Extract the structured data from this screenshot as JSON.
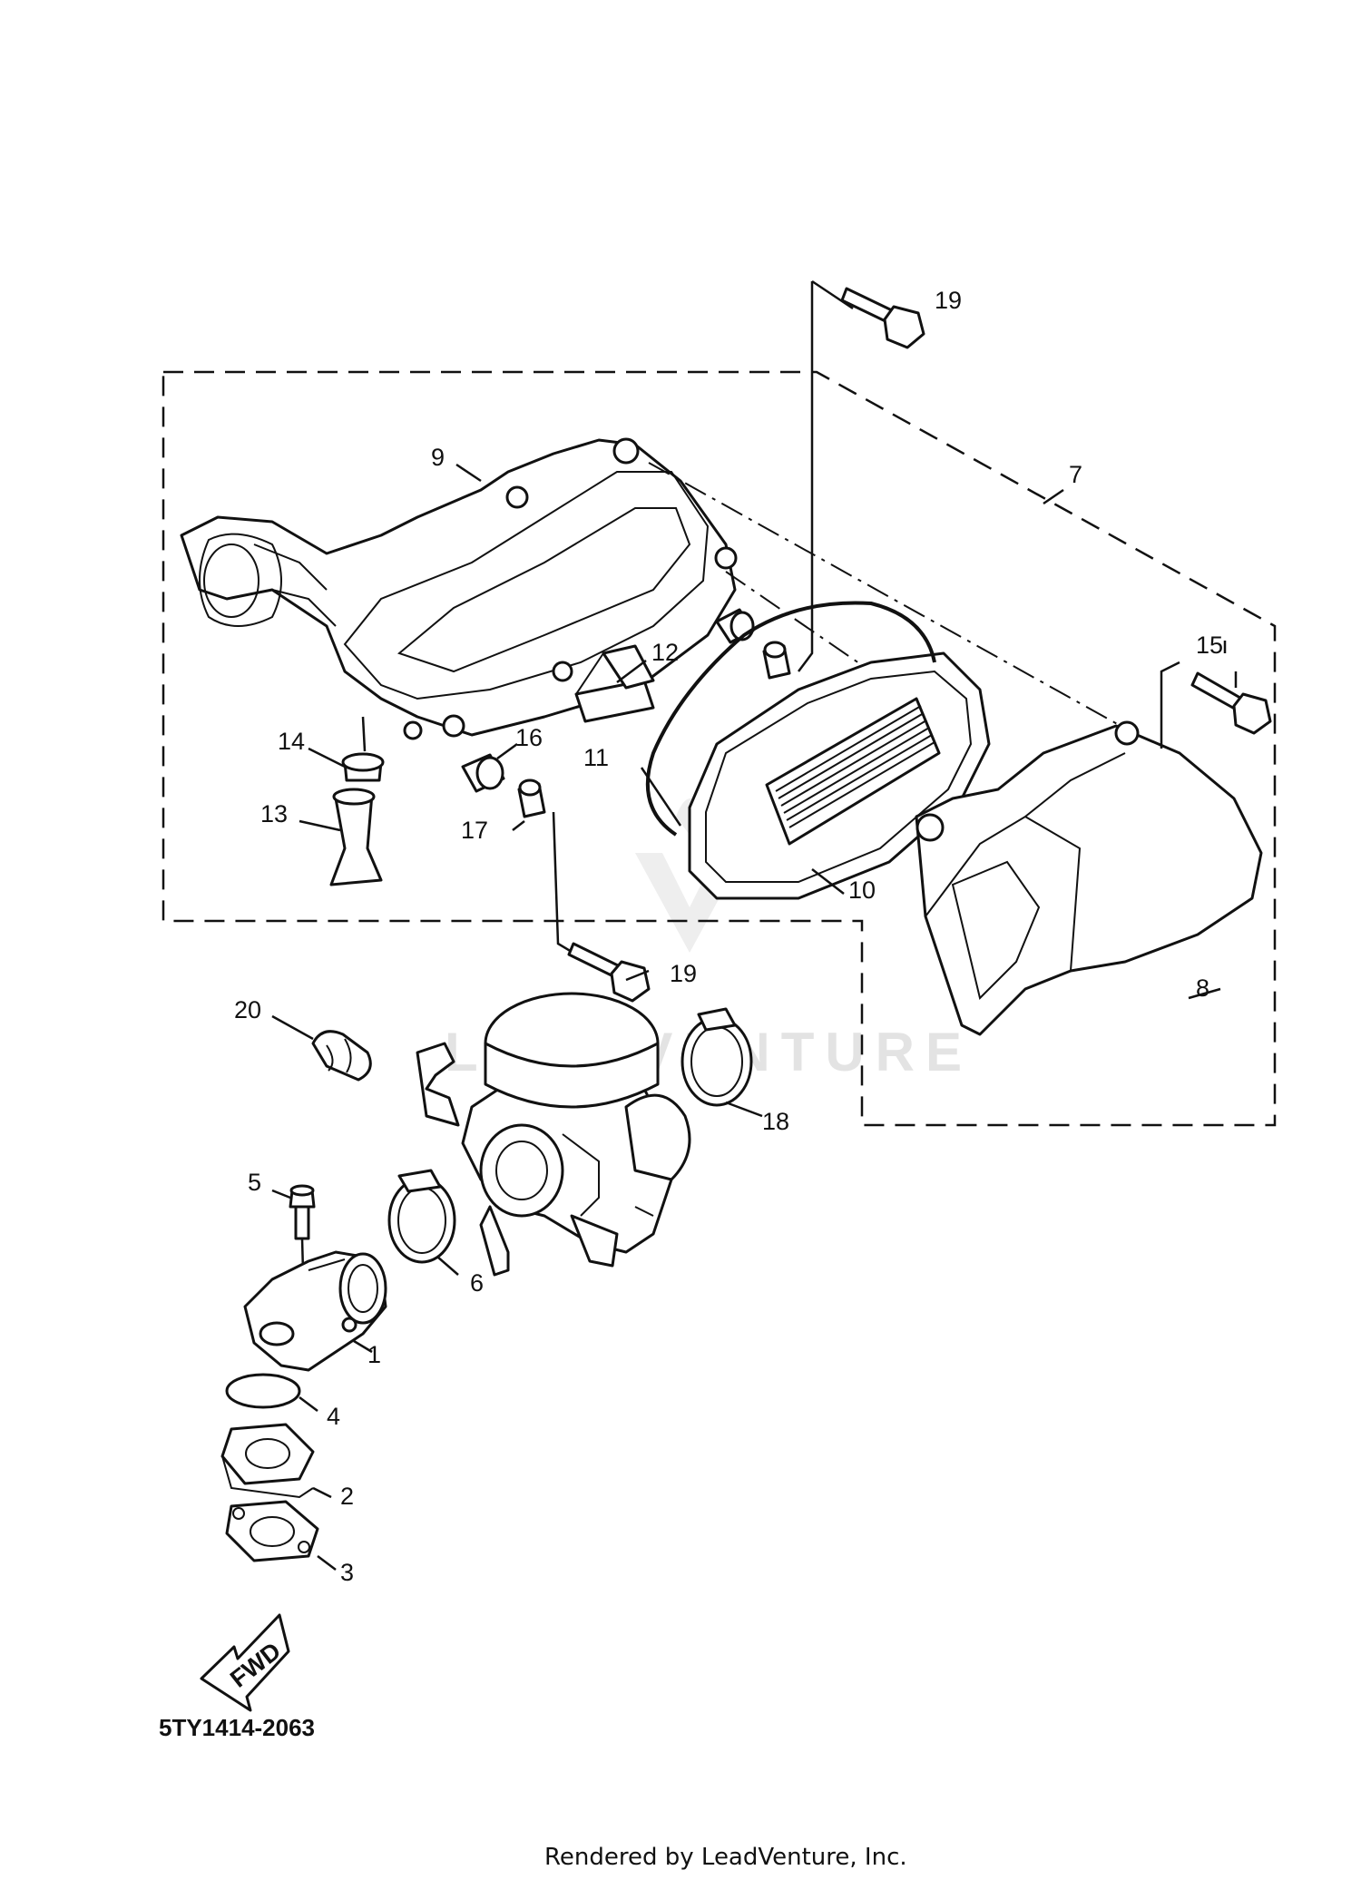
{
  "diagram": {
    "part_labels": [
      {
        "num": "1"
      },
      {
        "num": "2"
      },
      {
        "num": "3"
      },
      {
        "num": "4"
      },
      {
        "num": "5"
      },
      {
        "num": "6"
      },
      {
        "num": "7"
      },
      {
        "num": "8"
      },
      {
        "num": "9"
      },
      {
        "num": "10"
      },
      {
        "num": "11"
      },
      {
        "num": "12"
      },
      {
        "num": "13"
      },
      {
        "num": "14"
      },
      {
        "num": "15"
      },
      {
        "num": "16"
      },
      {
        "num": "17"
      },
      {
        "num": "18"
      },
      {
        "num": "19"
      },
      {
        "num": "19"
      },
      {
        "num": "20"
      }
    ],
    "fwd_label": "FWD",
    "diagram_code": "5TY1414-2063",
    "watermark": "LEADVENTURE",
    "footer": "Rendered by LeadVenture, Inc."
  }
}
